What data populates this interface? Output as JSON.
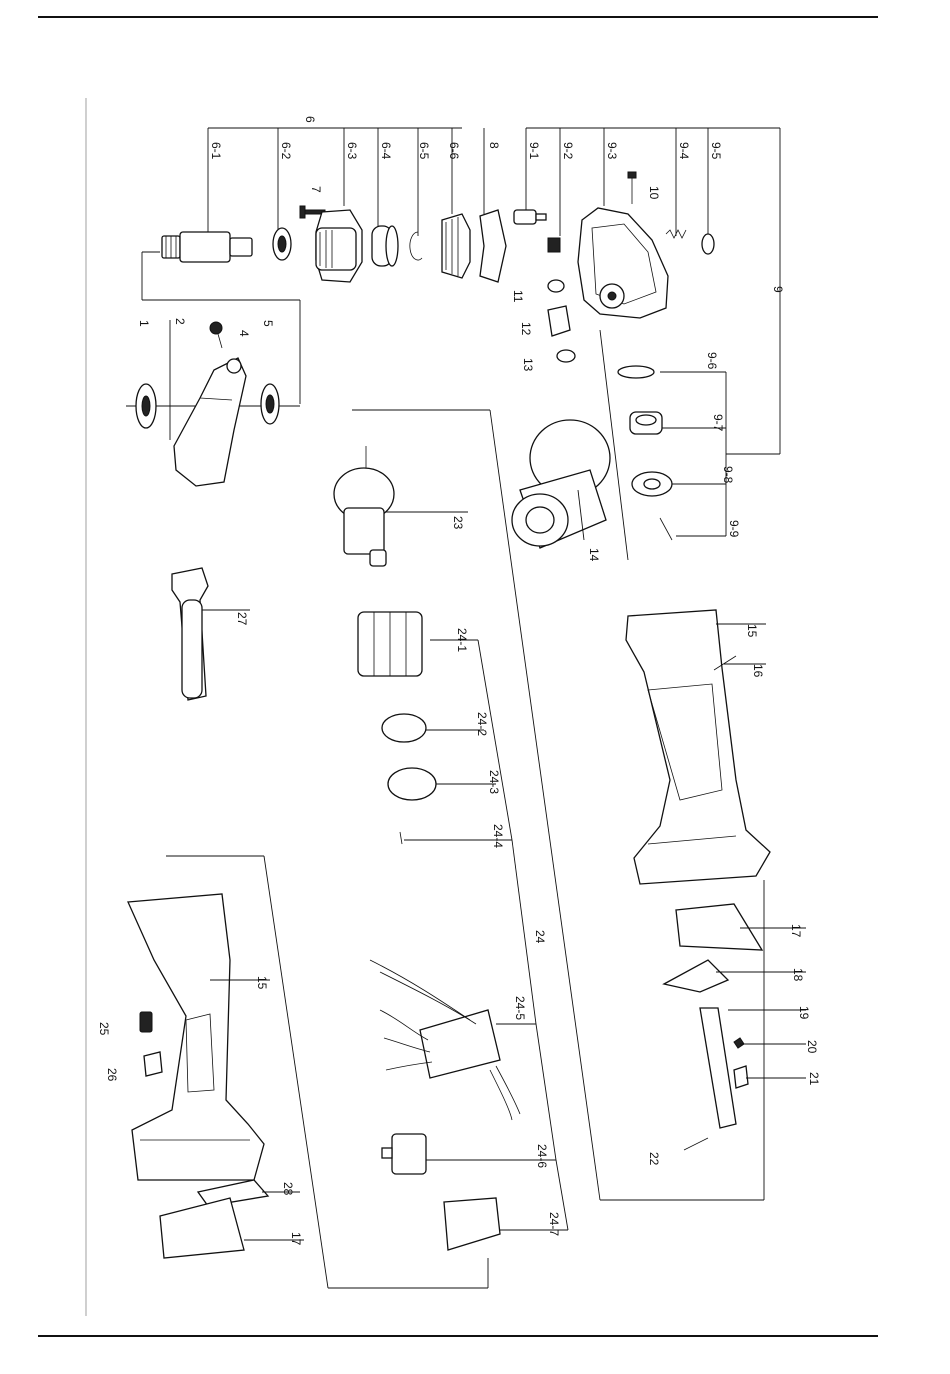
{
  "labels": {
    "p1": "1",
    "p2": "2",
    "p4": "4",
    "p5": "5",
    "p6": "6",
    "p6_1": "6-1",
    "p6_2": "6-2",
    "p6_3": "6-3",
    "p6_4": "6-4",
    "p6_5": "6-5",
    "p6_6": "6-6",
    "p7": "7",
    "p8": "8",
    "p9": "9",
    "p9_1": "9-1",
    "p9_2": "9-2",
    "p9_3": "9-3",
    "p9_4": "9-4",
    "p9_5": "9-5",
    "p9_6": "9-6",
    "p9_7": "9-7",
    "p9_8": "9-8",
    "p9_9": "9-9",
    "p10": "10",
    "p11": "11",
    "p12": "12",
    "p13": "13",
    "p14": "14",
    "p15a": "15",
    "p15b": "15",
    "p16": "16",
    "p17a": "17",
    "p17b": "17",
    "p18": "18",
    "p19": "19",
    "p20": "20",
    "p21": "21",
    "p22": "22",
    "p23": "23",
    "p24": "24",
    "p24_1": "24-1",
    "p24_2": "24-2",
    "p24_3": "24-3",
    "p24_4": "24-4",
    "p24_5": "24-5",
    "p24_6": "24-6",
    "p24_7": "24-7",
    "p25": "25",
    "p26": "26",
    "p27": "27",
    "p28": "28"
  }
}
